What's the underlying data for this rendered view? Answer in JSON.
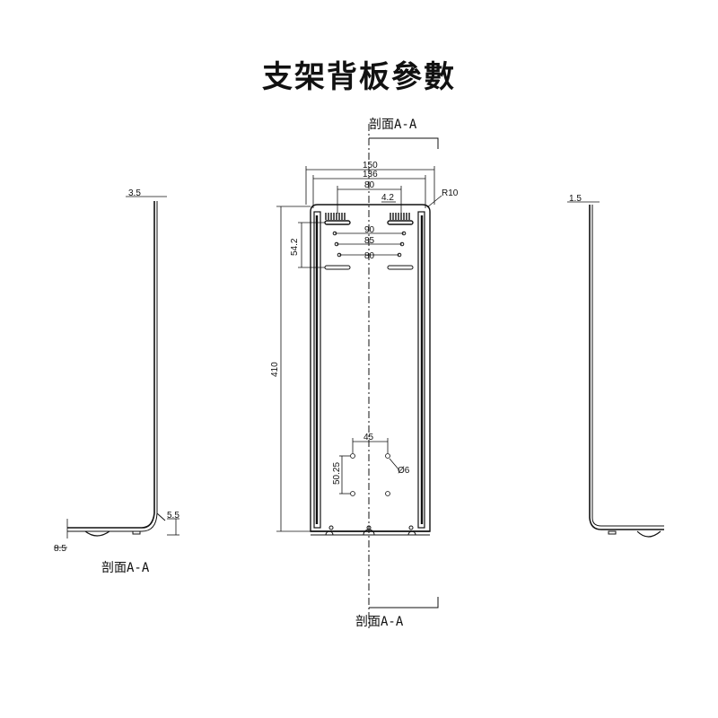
{
  "title": "支架背板參數",
  "sections": {
    "top": "剖面A-A",
    "bottom": "剖面A-A",
    "left": "剖面A-A"
  },
  "dims": {
    "w150": "150",
    "w136": "136",
    "w80_top": "80",
    "d4_2": "4.2",
    "r10": "R10",
    "w90": "90",
    "w85": "85",
    "w80_mid": "80",
    "h54_2": "54.2",
    "h410": "410",
    "w45": "45",
    "h50_25": "50.25",
    "d6": "6",
    "left_t": "3.5",
    "left_5_5": "5.5",
    "left_8_5": "8.5",
    "right_t": "1.5"
  },
  "colors": {
    "line": "#111111",
    "background": "#ffffff"
  }
}
